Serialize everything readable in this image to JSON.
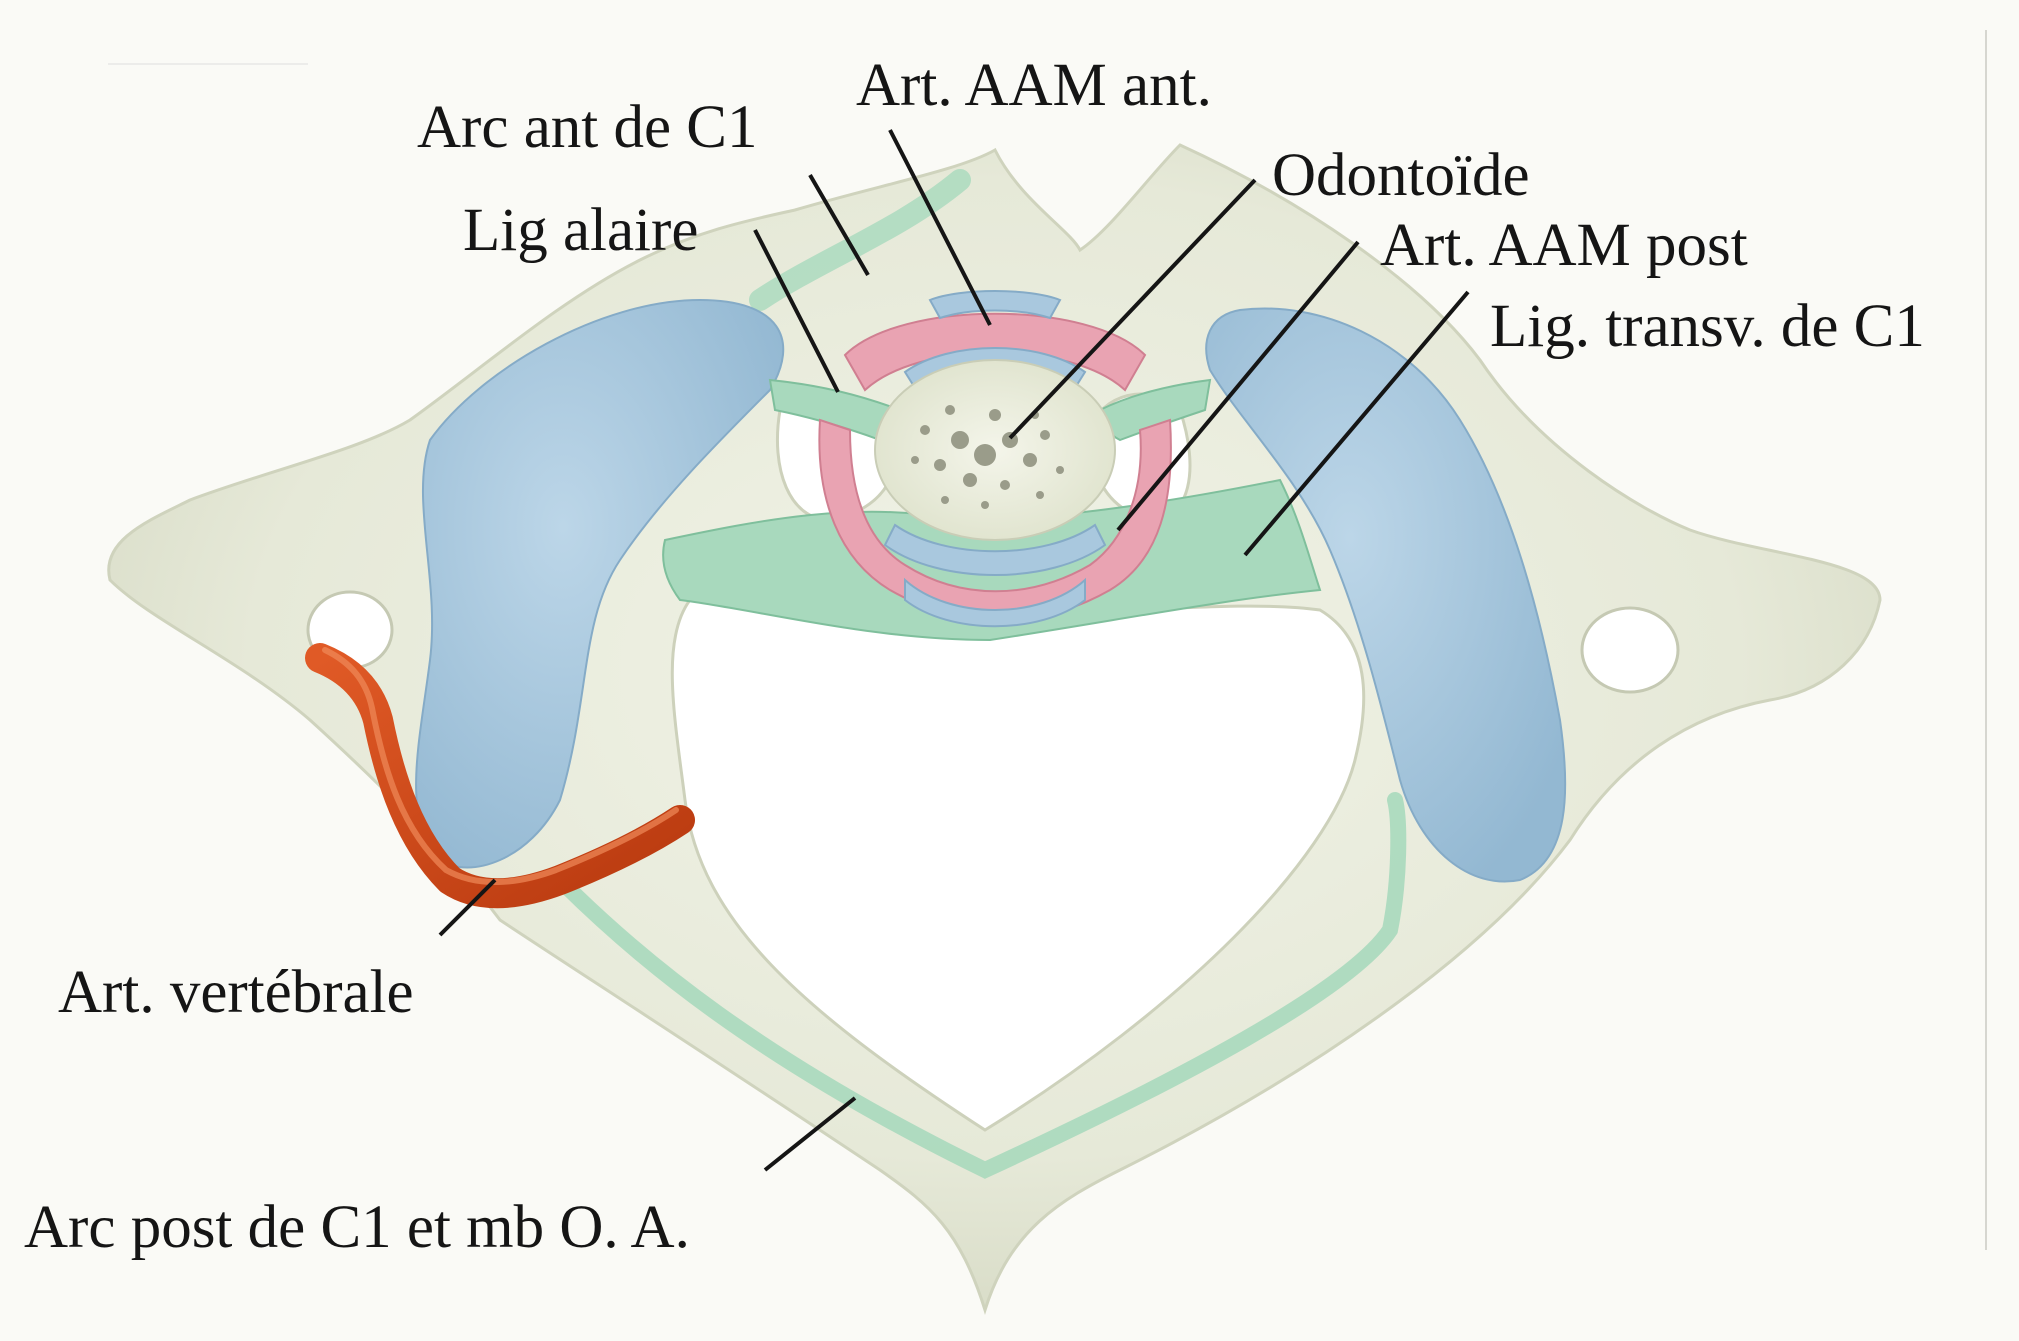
{
  "labels": {
    "arc_ant_c1": "Arc ant de C1",
    "art_aam_ant": "Art. AAM ant.",
    "odontoide": "Odontoïde",
    "lig_alaire": "Lig alaire",
    "art_aam_post": "Art. AAM post",
    "lig_transv_c1": "Lig. transv. de C1",
    "art_vertebrale": "Art. vertébrale",
    "arc_post_c1": "Arc post de C1 et mb O. A."
  },
  "colors": {
    "background": "#fafaf6",
    "bone": "#e7eadb",
    "articular_cartilage": "#a9c8de",
    "ligament": "#a8d9bd",
    "synovial_joint": "#e9a3b2",
    "vertebral_artery": "#cf4a1c",
    "dens": "#eef0e2",
    "leader_line": "#151515"
  }
}
